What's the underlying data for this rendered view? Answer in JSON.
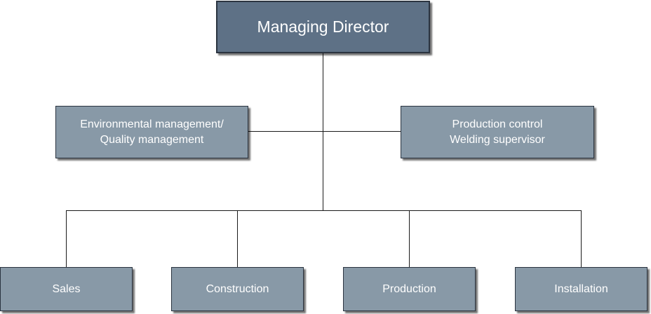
{
  "org_chart": {
    "top": {
      "label": "Managing Director"
    },
    "staff": [
      {
        "line1": "Environmental management/",
        "line2": "Quality management"
      },
      {
        "line1": "Production control",
        "line2": "Welding supervisor"
      }
    ],
    "departments": [
      {
        "label": "Sales"
      },
      {
        "label": "Construction"
      },
      {
        "label": "Production"
      },
      {
        "label": "Installation"
      }
    ]
  },
  "colors": {
    "top_box_fill": "#5e7186",
    "box_fill": "#8899a7",
    "border": "#2b3440",
    "connector": "#1a1a1a",
    "text": "#ffffff"
  }
}
